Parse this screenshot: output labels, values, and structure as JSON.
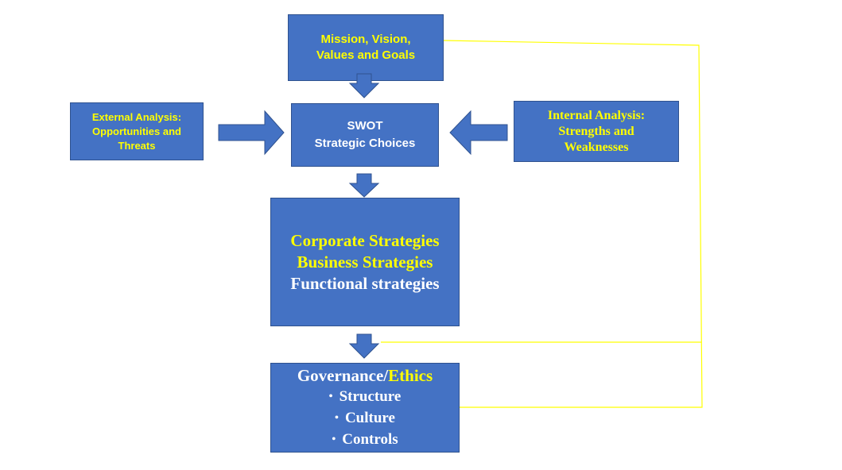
{
  "mission_box": {
    "lines": [
      "Mission, Vision,",
      "Values and Goals"
    ]
  },
  "swot_box": {
    "lines": [
      "SWOT",
      "Strategic Choices"
    ]
  },
  "external_box": {
    "lines": [
      "External Analysis:",
      "Opportunities and",
      "Threats"
    ]
  },
  "internal_box": {
    "lines": [
      "Internal Analysis:",
      "Strengths and",
      "Weaknesses"
    ]
  },
  "strategies_box": {
    "lines": [
      "Corporate Strategies",
      "Business Strategies",
      "Functional strategies"
    ]
  },
  "governance_box": {
    "title_part1": "Governance/",
    "title_part2": "Ethics",
    "items": [
      "Structure",
      "Culture",
      "Controls"
    ]
  },
  "colors": {
    "box_fill": "#4472c4",
    "box_border": "#2f528f",
    "highlight_text": "#ffff00",
    "plain_text": "#ffffff",
    "feedback_line": "#ffff00"
  }
}
